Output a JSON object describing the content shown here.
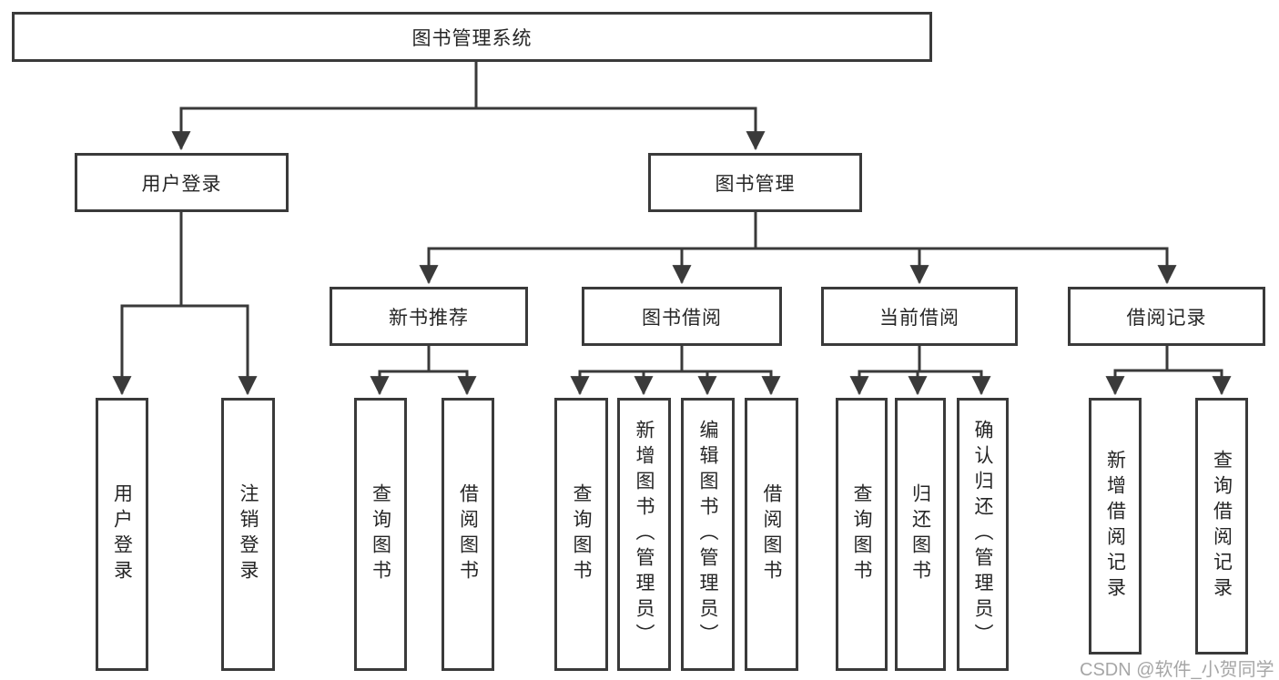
{
  "diagram": {
    "root": "图书管理系统",
    "branches": [
      {
        "label": "用户登录",
        "leaves": [
          "用户登录",
          "注销登录"
        ]
      },
      {
        "label": "图书管理",
        "children": [
          {
            "label": "新书推荐",
            "leaves": [
              "查询图书",
              "借阅图书"
            ]
          },
          {
            "label": "图书借阅",
            "leaves": [
              "查询图书",
              "新增图书（管理员）",
              "编辑图书（管理员）",
              "借阅图书"
            ]
          },
          {
            "label": "当前借阅",
            "leaves": [
              "查询图书",
              "归还图书",
              "确认归还（管理员）"
            ]
          },
          {
            "label": "借阅记录",
            "leaves": [
              "新增借阅记录",
              "查询借阅记录"
            ]
          }
        ]
      }
    ]
  },
  "watermark": {
    "text": "CSDN @软件_小贺同学"
  },
  "colors": {
    "line": "#3a3a3a",
    "box_border": "#3a3a3a",
    "text": "#262626",
    "watermark": "#a6a6a6",
    "background": "#ffffff"
  }
}
